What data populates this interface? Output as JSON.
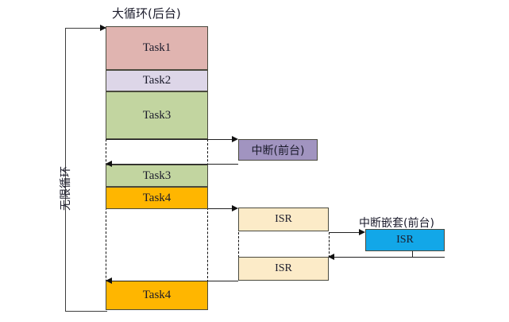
{
  "diagram": {
    "title_background": "大循环(后台)",
    "loop_label": "无限循环",
    "foreground_interrupt_label": "中断(前台)",
    "nested_interrupt_label": "中断嵌套(前台)",
    "colors": {
      "task1": "#e0b4b0",
      "task2": "#ddd6e8",
      "task3": "#c2d5a0",
      "task4": "#ffb600",
      "interrupt": "#a194c0",
      "isr": "#fcebc8",
      "nested_isr": "#12a7e8",
      "stroke": "#4a4a3e"
    },
    "background_tasks": [
      {
        "name": "task1-block",
        "label": "Task1",
        "color": "task1"
      },
      {
        "name": "task2-block",
        "label": "Task2",
        "color": "task2"
      },
      {
        "name": "task3-block",
        "label": "Task3",
        "color": "task3"
      },
      {
        "name": "task3b-block",
        "label": "Task3",
        "color": "task3"
      },
      {
        "name": "task4-block",
        "label": "Task4",
        "color": "task4"
      },
      {
        "name": "task4b-block",
        "label": "Task4",
        "color": "task4"
      }
    ],
    "foreground": {
      "interrupt_box_label": "中断(前台)",
      "isr_upper_label": "ISR",
      "isr_lower_label": "ISR",
      "nested_isr_label": "ISR"
    }
  }
}
